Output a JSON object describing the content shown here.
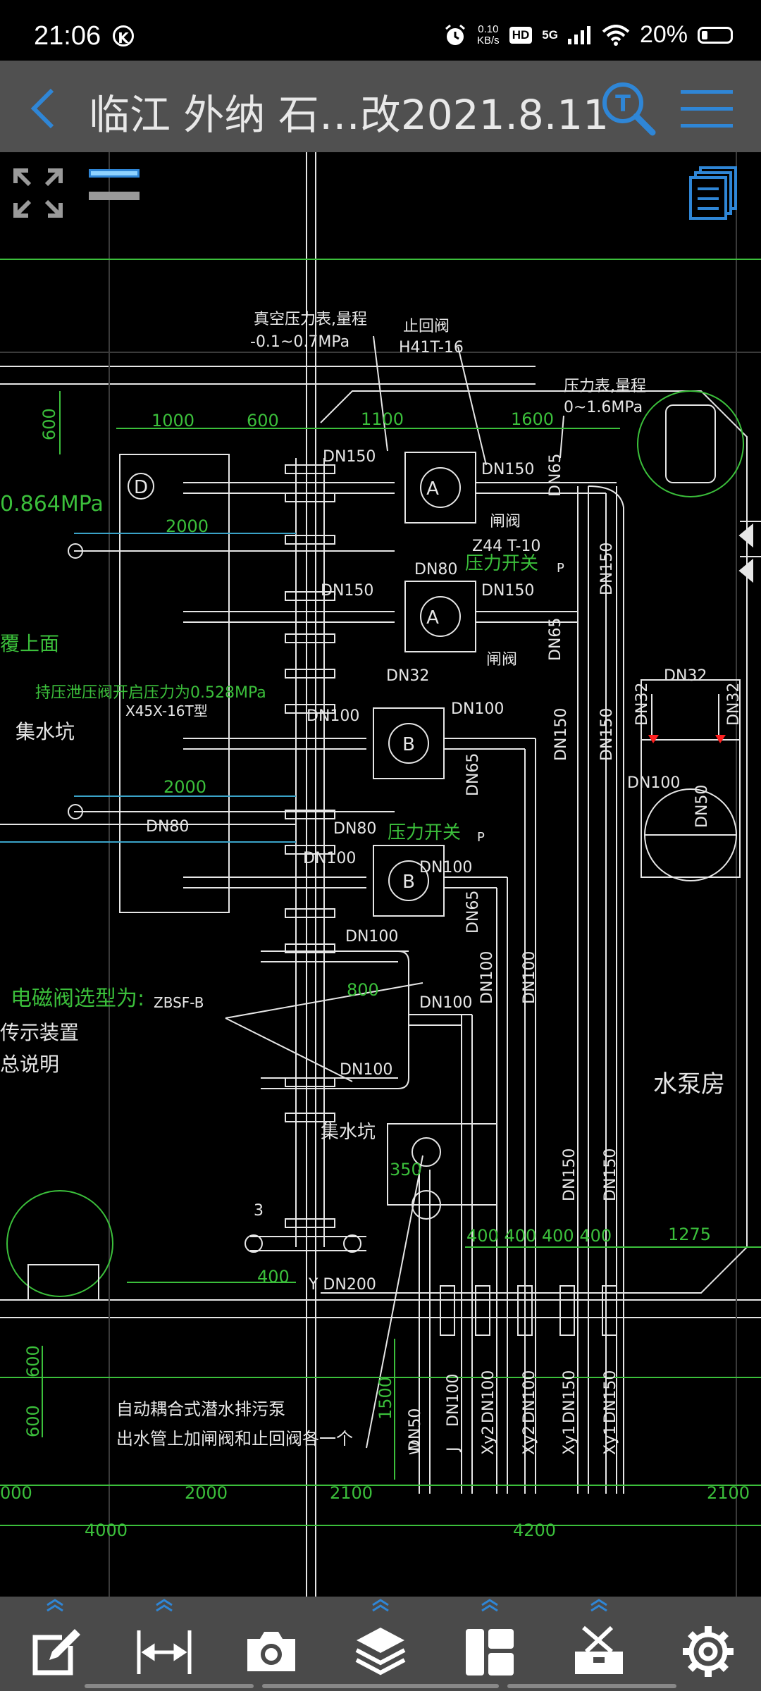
{
  "status_bar": {
    "time": "21:06",
    "notification_icon": "K",
    "net_speed_value": "0.10",
    "net_speed_unit": "KB/s",
    "hd_badge": "HD",
    "network": "5G",
    "battery_percent": "20%"
  },
  "title_bar": {
    "title": "临江 外纳 石…改2021.8.11",
    "back_icon": "chevron-left-icon",
    "search_icon": "search-text-icon",
    "menu_icon": "hamburger-menu-icon"
  },
  "canvas_toolbar": {
    "fullscreen_icon": "fullscreen-icon",
    "layer_toggle_icon": "layer-toggle-icon",
    "sheets_icon": "sheets-icon"
  },
  "drawing": {
    "labels": {
      "vacuum_gauge": "真空压力表,量程",
      "vacuum_range": "-0.1~0.7MPa",
      "check_valve": "止回阀",
      "check_valve_model": "H41T-16",
      "pressure_gauge": "压力表,量程",
      "pressure_range": "0~1.6MPa",
      "dim_1000": "1000",
      "dim_600": "600",
      "dim_1100": "1100",
      "dim_1600": "1600",
      "dim_600_v": "600",
      "pressure_0864": "0.864MPa",
      "dim_2000_a": "2000",
      "gate_valve_1": "闸阀",
      "z44": "Z44 T-10",
      "dn80_a": "DN80",
      "pressure_switch_1": "压力开关",
      "top_face": "覆上面",
      "relief_valve": "持压泄压阀开启压力为0.528MPa",
      "relief_model": "X45X-16T型",
      "sump_1": "集水坑",
      "dn32_center": "DN32",
      "dn32_right": "DN32",
      "dn32_v1": "DN32",
      "dn32_v2": "DN32",
      "gate_valve_2": "闸阀",
      "dim_2000_b": "2000",
      "dn80_b": "DN80",
      "dn80_c": "DN80",
      "pressure_switch_2": "压力开关",
      "solenoid": "电磁阀选型为:",
      "zbsf": "ZBSF-B",
      "transmitter": "传示装置",
      "general_note": "总说明",
      "dim_800": "800",
      "pump_room": "水泵房",
      "sump_2": "集水坑",
      "dim_350": "350",
      "num_3": "3",
      "dim_400": "400",
      "y_dn200": "Y DN200",
      "dims_400_row": "400 400 400 400",
      "dim_1275": "1275",
      "dim_600_b": "600",
      "dim_600_c": "600",
      "dim_1500": "1500",
      "sewage_pump": "自动耦合式潜水排污泵",
      "sewage_note": "出水管上加闸阀和止回阀各一个",
      "dim_000": "000",
      "dim_2000_c": "2000",
      "dim_2100_a": "2100",
      "dim_2100_b": "2100",
      "dim_4000": "4000",
      "dim_4200": "4200",
      "dn150": "DN150",
      "dn100": "DN100",
      "dn65": "DN65",
      "dn50": "DN50",
      "pump_a": "A",
      "pump_b": "B",
      "pump_d": "D",
      "pipe_w": "W",
      "pipe_j": "J",
      "pipe_xy2": "Xy2",
      "pipe_xy1": "Xy1",
      "gauge_p": "P"
    }
  },
  "bottom_toolbar": {
    "tools": [
      "edit-icon",
      "measure-icon",
      "camera-icon",
      "layers-icon",
      "layout-icon",
      "toolbox-icon",
      "settings-icon"
    ]
  },
  "colors": {
    "title_bar_bg": "#505050",
    "accent_blue": "#2f86d6",
    "cad_white": "#e6e6e6",
    "cad_green": "#3bbf3b",
    "cad_cyan": "#3aa3c8"
  }
}
